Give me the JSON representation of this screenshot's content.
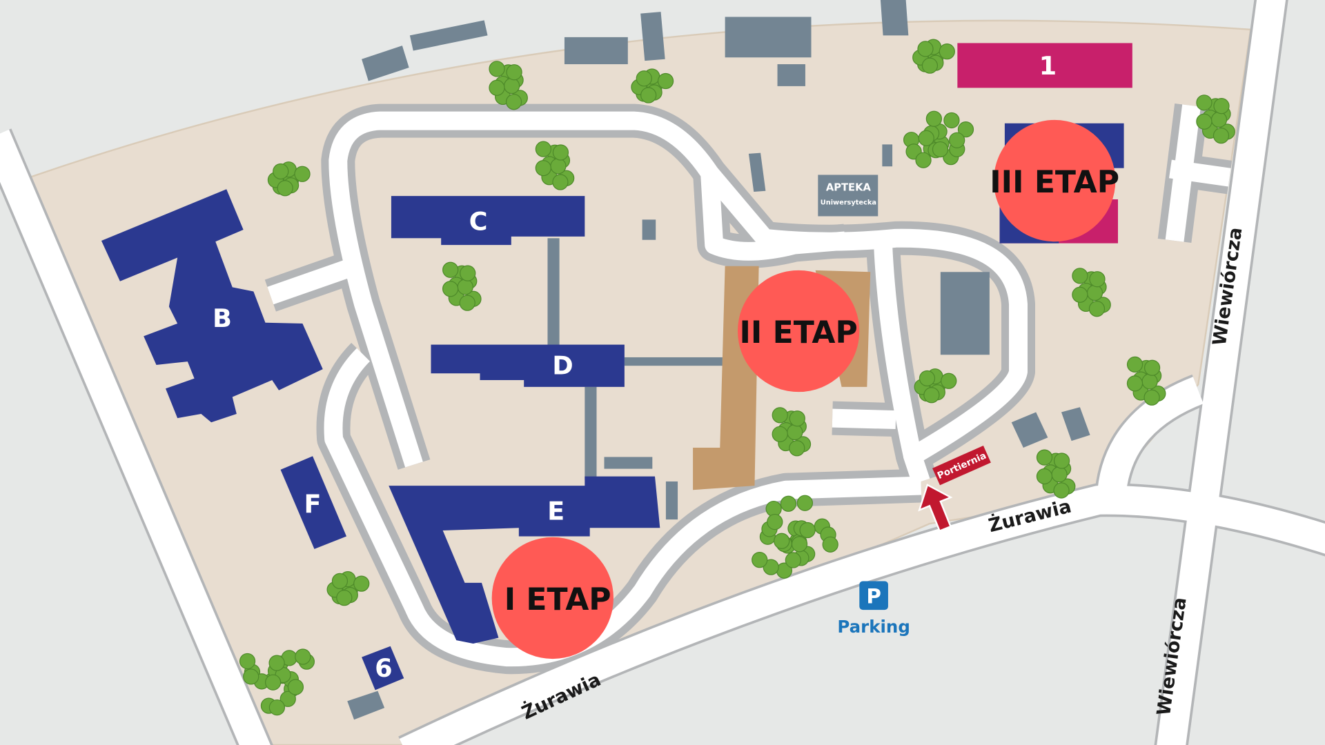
{
  "colors": {
    "building": "#2b3990",
    "other_building": "#738593",
    "stage": "#ff5a55",
    "campus": "#e8ddd0",
    "building_1": "#c8206b",
    "portiernia": "#c1182f",
    "parking": "#1b75bb"
  },
  "buildings": {
    "B": "B",
    "C": "C",
    "D": "D",
    "E": "E",
    "F": "F",
    "six": "6",
    "one": "1"
  },
  "stages": {
    "stage1": "I ETAP",
    "stage2": "II ETAP",
    "stage3": "III ETAP"
  },
  "apteka": {
    "title": "APTEKA",
    "subtitle": "Uniwersytecka"
  },
  "portiernia": "Portiernia",
  "parking": {
    "icon": "P",
    "label": "Parking"
  },
  "streets": {
    "zurawia_1": "Żurawia",
    "zurawia_2": "Żurawia",
    "wiewiorcza_1": "Wiewiórcza",
    "wiewiorcza_2": "Wiewiórcza"
  },
  "icons": {
    "entrance": "arrow-up-icon",
    "parking": "parking-icon",
    "tree": "tree-icon"
  }
}
